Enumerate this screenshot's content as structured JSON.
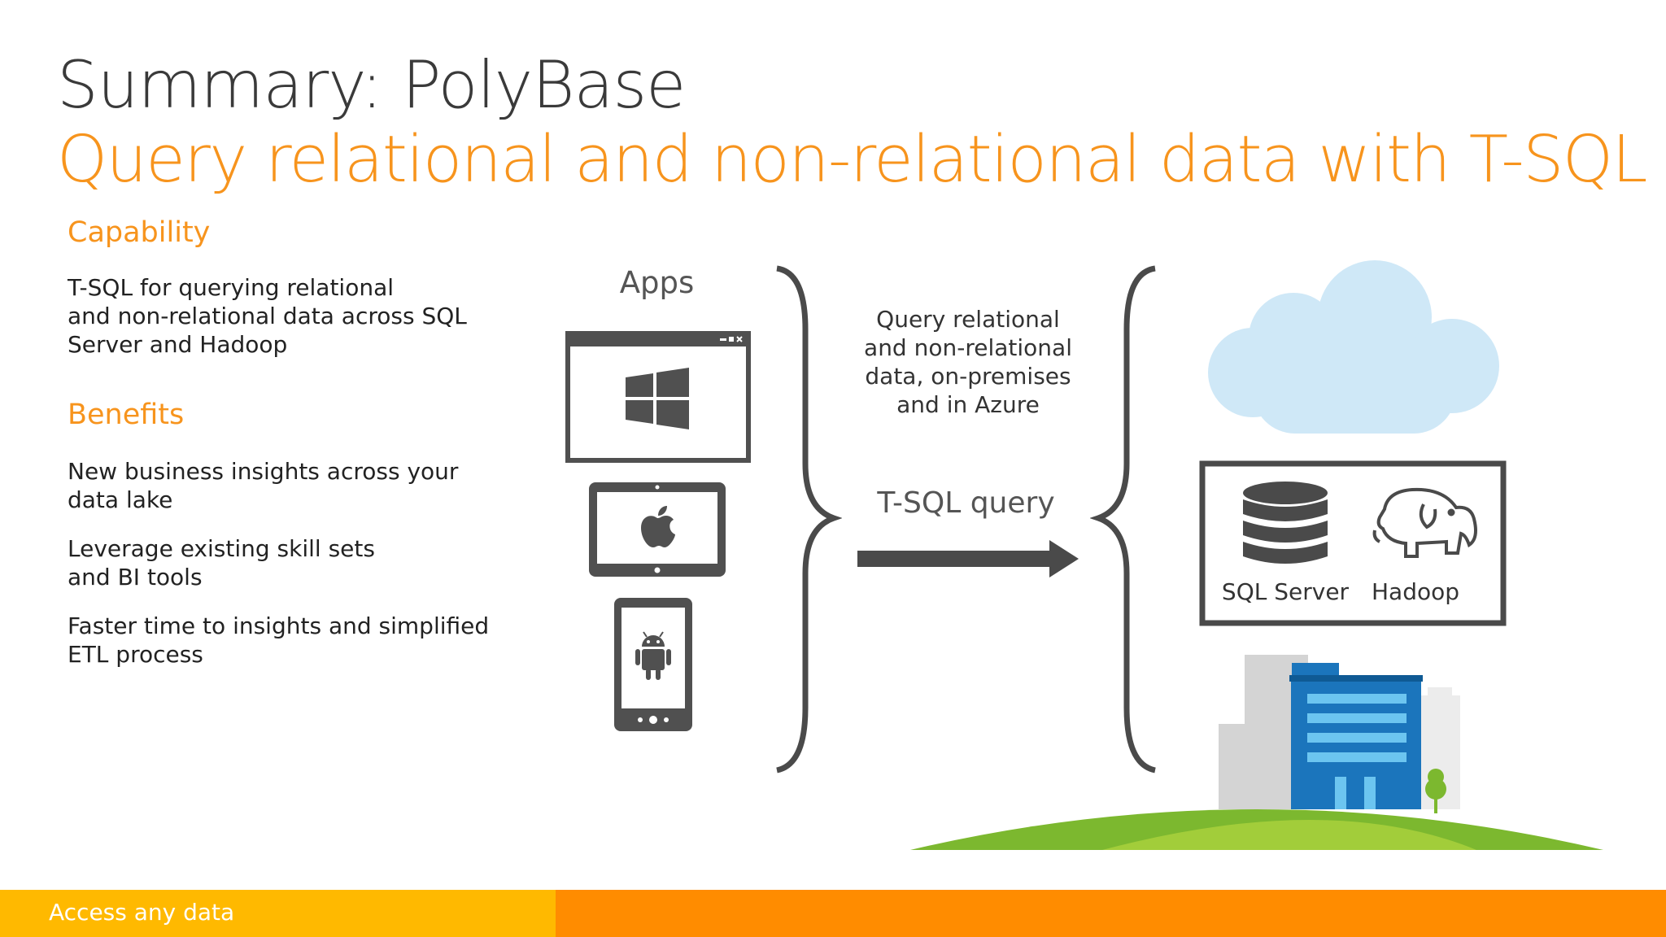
{
  "header": {
    "title": "Summary: PolyBase",
    "subtitle": "Query relational and non-relational data with T-SQL"
  },
  "capability": {
    "heading": "Capability",
    "lines": [
      "T-SQL for querying relational",
      "and non-relational data across SQL",
      "Server and Hadoop"
    ]
  },
  "benefits": {
    "heading": "Benefits",
    "items": [
      [
        "New business insights across your",
        "data lake"
      ],
      [
        "Leverage existing skill sets",
        "and BI tools"
      ],
      [
        "Faster time to insights and  simplified",
        "ETL process"
      ]
    ]
  },
  "diagram": {
    "apps_label": "Apps",
    "description_lines": [
      "Query relational",
      "and non-relational",
      "data, on-premises",
      "and in Azure"
    ],
    "arrow_label": "T-SQL query",
    "sql_server_label": "SQL Server",
    "hadoop_label": "Hadoop",
    "icons": [
      "windows-icon",
      "apple-icon",
      "android-icon",
      "cloud-icon",
      "database-icon",
      "hadoop-elephant-icon",
      "building-icon",
      "tree-icon"
    ]
  },
  "footer": {
    "label": "Access any data"
  },
  "colors": {
    "accent_orange": "#f7941d",
    "footer_yellow": "#ffb900",
    "footer_orange": "#ff8c00",
    "device_gray": "#505050",
    "cloud_blue": "#cfe8f7",
    "building_blue": "#1b75bc",
    "grass_green": "#7cb82f"
  }
}
